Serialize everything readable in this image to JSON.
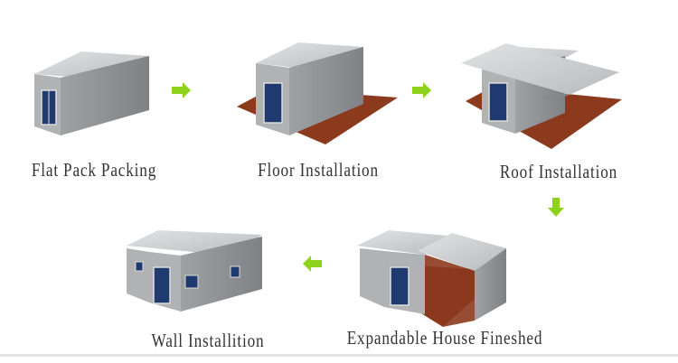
{
  "steps": [
    {
      "label": "Flat Pack Packing"
    },
    {
      "label": "Floor Installation"
    },
    {
      "label": "Roof Installation"
    },
    {
      "label": "Wall Installition"
    },
    {
      "label": "Expandable House Fineshed"
    }
  ],
  "colors": {
    "arrow": "#8ed21c",
    "roof": "#cfd0d2",
    "wall_front": "#b3b4b6",
    "wall_side": "#8f9194",
    "floor": "#8b3a1e",
    "window": "#1e3a6e"
  },
  "icons": [
    "arrow-right-icon",
    "arrow-right-icon",
    "arrow-down-icon",
    "arrow-left-icon"
  ]
}
